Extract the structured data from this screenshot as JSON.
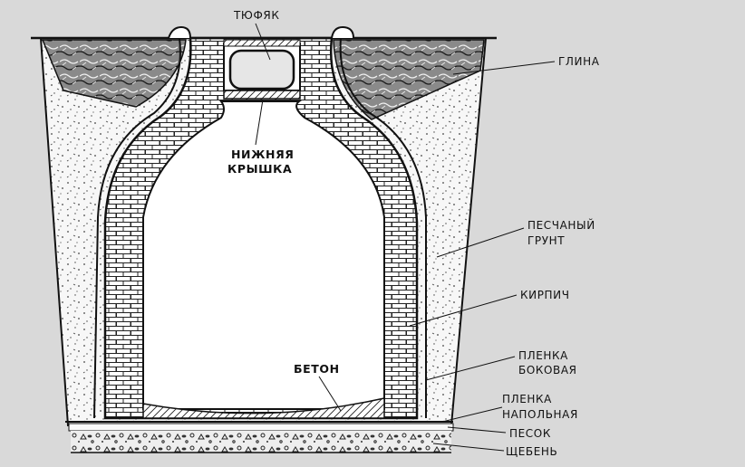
{
  "diagram": {
    "labels": {
      "tufyak": "ТЮФЯК",
      "glina": "ГЛИНА",
      "lower_lid_line1": "НИЖНЯЯ",
      "lower_lid_line2": "КРЫШКА",
      "sandy_soil_line1": "ПЕСЧАНЫЙ",
      "sandy_soil_line2": "ГРУНТ",
      "brick": "КИРПИЧ",
      "side_film_line1": "ПЛЕНКА",
      "side_film_line2": "БОКОВАЯ",
      "concrete": "БЕТОН",
      "floor_film_line1": "ПЛЕНКА",
      "floor_film_line2": "НАПОЛЬНАЯ",
      "sand": "ПЕСОК",
      "gravel": "ЩЕБЕНЬ"
    }
  }
}
